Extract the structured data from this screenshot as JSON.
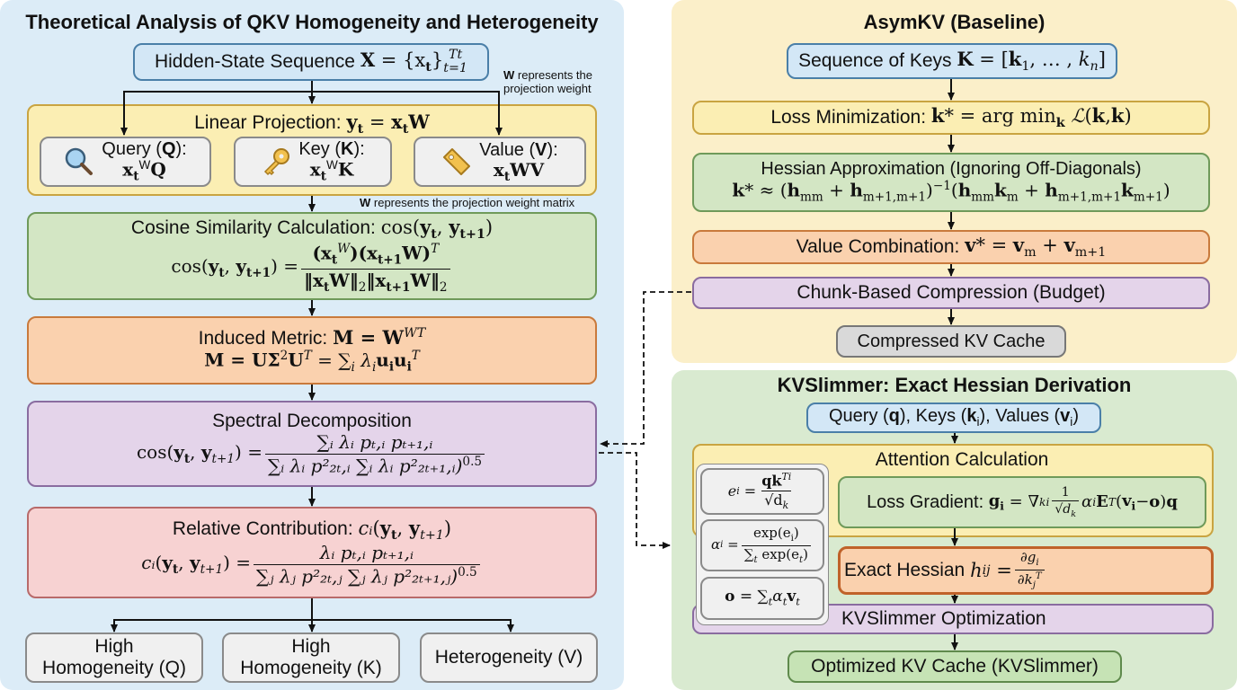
{
  "left": {
    "title": "Theoretical Analysis of QKV Homogeneity and Heterogeneity",
    "hidden_state": {
      "label": "Hidden-State Sequence",
      "formula_lhs": "X",
      "formula_rhs": "= {x",
      "sub": "t",
      "close": "}",
      "sup": "Tt",
      "subscript_range": "t=1"
    },
    "note_top": {
      "bold": "W",
      "text": " represents the projection weight"
    },
    "linear_projection": {
      "label": "Linear Projection:",
      "y": "y",
      "t": "t",
      "eq": " = ",
      "x": "x",
      "W": "W"
    },
    "qkv": [
      {
        "name": "Query",
        "letter": "Q",
        "icon": "magnifier-icon",
        "formula_pre": "x",
        "formula_sub": "t",
        "formula_sup": "W",
        "formula_post": "Q"
      },
      {
        "name": "Key",
        "letter": "K",
        "icon": "key-icon",
        "formula_pre": "x",
        "formula_sub": "t",
        "formula_sup": "W",
        "formula_post": "K"
      },
      {
        "name": "Value",
        "letter": "V",
        "icon": "tag-icon",
        "formula_pre": "x",
        "formula_sub": "t",
        "formula_sup": "",
        "formula_post": "WV"
      }
    ],
    "note_mid": {
      "bold": "W",
      "text": " represents the projection weight matrix"
    },
    "cosine": {
      "label": "Cosine Similarity Calculation:",
      "lhs": "cos(",
      "t": "t",
      "t1": "t+1",
      "num_a": "(x",
      "num_sup_a": "W",
      "num_b": ")(x",
      "num_c": "W)",
      "num_sup_c": "T",
      "den": "‖x",
      "den_b": "W‖",
      "den_2": "2"
    },
    "induced": {
      "label": "Induced Metric:",
      "line1": "M = W",
      "line1_sup": "WT",
      "line2_a": "M = UΣ",
      "line2_sup2": "2",
      "line2_b": "U",
      "line2_supT": "T",
      "line2_c": " = ∑",
      "line2_i": "i",
      "line2_d": " λ",
      "line2_e": "u",
      "line2_f": "u",
      "line2_g": "T"
    },
    "spectral": {
      "label": "Spectral Decomposition",
      "num": "∑ᵢ λᵢ pₜ,ᵢ pₜ₊₁,ᵢ",
      "den": "∑ᵢ λᵢ p²₂ₜ,ᵢ ∑ᵢ λᵢ p²₂ₜ₊₁,ᵢ)",
      "power": "0.5"
    },
    "relative": {
      "label": "Relative Contribution:",
      "func": "cᵢ",
      "num": "λᵢ pₜ,ᵢ pₜ₊₁,ᵢ",
      "den": "∑ⱼ λⱼ p²₂ₜ,ⱼ ∑ⱼ λⱼ p²₂ₜ₊₁,ⱼ)",
      "power": "0.5"
    },
    "outcomes": [
      {
        "line1": "High",
        "line2": "Homogeneity (Q)"
      },
      {
        "line1": "High",
        "line2": "Homogeneity (K)"
      },
      {
        "line1": "",
        "line2": "Heterogeneity (V)"
      }
    ]
  },
  "asymkv": {
    "title": "AsymKV (Baseline)",
    "keys": {
      "label": "Sequence of Keys",
      "formula": "K = [k",
      "sub1": "1",
      "mid": ", … , ",
      "kn": "k",
      "subn": "n",
      "close": "]"
    },
    "loss": {
      "label": "Loss Minimization:",
      "formula": "k* = arg min",
      "sub": "k",
      "tail": " ℒ(k,k)"
    },
    "hessian": {
      "label": "Hessian Approximation (Ignoring Off-Diagonals)",
      "formula": "k* ≈ (h",
      "s1": "mm",
      "p1": " + h",
      "s2": "m+1,m+1",
      "p2": ")",
      "sup": "−1",
      "p3": "(h",
      "s3": "mm",
      "p4": "k",
      "s4": "m",
      "p5": " + h",
      "s5": "m+1,m+1",
      "p6": "k",
      "s6": "m+1",
      "p7": ")"
    },
    "value": {
      "label": "Value Combination:",
      "formula": "v* = v",
      "s1": "m",
      "mid": " + v",
      "s2": "m+1"
    },
    "chunk": {
      "label": "Chunk-Based Compression (Budget)"
    },
    "output": {
      "label": "Compressed KV Cache"
    }
  },
  "kvslimmer": {
    "title": "KVSlimmer: Exact Hessian Derivation",
    "inputs": {
      "a": "Query (",
      "q": "q",
      "b": "), Keys (",
      "k": "k",
      "ki": "i",
      "c": "), Values (",
      "v": "v",
      "vi": "i",
      "d": ")"
    },
    "attention": {
      "label": "Attention Calculation"
    },
    "side_formulas": [
      {
        "lhs": "e",
        "lhs_sub": "i",
        "num": "qk",
        "num_sup": "Ti",
        "den": "√d",
        "den_sub": "k"
      },
      {
        "lhs": "α",
        "lhs_sub": "i",
        "num": "exp(e",
        "num_sub": "i",
        "num_close": ")",
        "den": "∑",
        "den_sub": "t",
        "den_tail": " exp(e",
        "den_sub2": "t",
        "den_close": ")"
      },
      {
        "text": "o = ∑",
        "sub": "t",
        "tail": "α",
        "tail_sub": "t",
        "tail2": "v",
        "tail2_sub": "t"
      }
    ],
    "gradient": {
      "label": "Loss Gradient:",
      "g": "g",
      "gsub": "i",
      "eq": " = ∇",
      "ksub": "ki",
      "frac_num": "1",
      "frac_den": "√d",
      "frac_den_sub": "k",
      "alpha": "α",
      "alpha_sub": "i",
      "E": "E",
      "Esup": "T",
      "rest": "(v",
      "rest_sub": "i",
      "rest2": " − o)q"
    },
    "exact": {
      "label": "Exact Hessian",
      "h": "h",
      "hsub": "ij",
      "eq": " = ",
      "num": "∂g",
      "num_sub": "i",
      "den": "∂k",
      "den_sub": "j",
      "den_sup": "T"
    },
    "optimization": {
      "label": "KVSlimmer Optimization"
    },
    "output": {
      "label": "Optimized KV Cache (KVSlimmer)"
    }
  },
  "colors": {
    "left_panel": "#dcecf7",
    "asymkv_panel": "#fbefc9",
    "kvslimmer_panel": "#d9ead0"
  }
}
